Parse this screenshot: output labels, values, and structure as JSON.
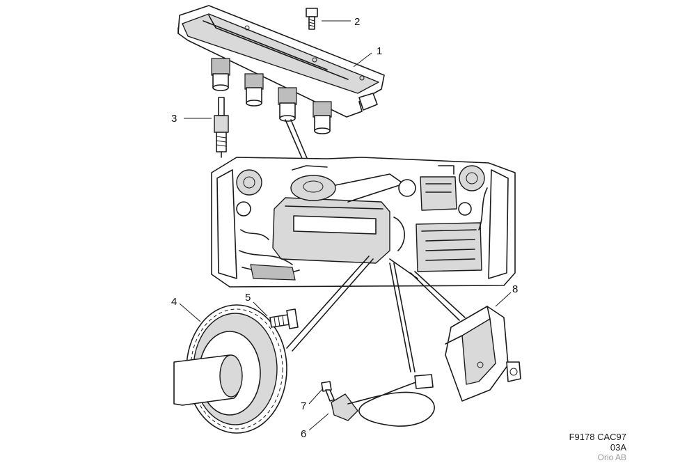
{
  "callouts": [
    {
      "id": "1",
      "label": "1"
    },
    {
      "id": "2",
      "label": "2"
    },
    {
      "id": "3",
      "label": "3"
    },
    {
      "id": "4",
      "label": "4"
    },
    {
      "id": "5",
      "label": "5"
    },
    {
      "id": "6",
      "label": "6"
    },
    {
      "id": "7",
      "label": "7"
    },
    {
      "id": "8",
      "label": "8"
    }
  ],
  "drawing_code": "F9178 CAC97",
  "revision": "03A",
  "copyright": "Orio AB"
}
